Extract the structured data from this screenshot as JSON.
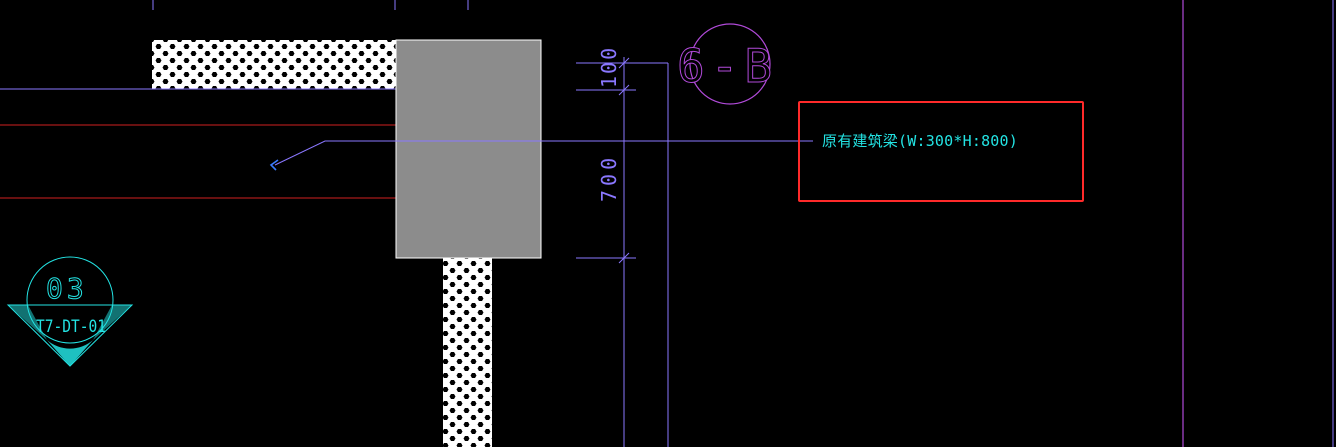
{
  "drawing": {
    "axis_label": "6-B",
    "dimensions": {
      "top": "100",
      "bottom": "700"
    },
    "detail_callout": {
      "number": "03",
      "sheet": "T7-DT-01"
    },
    "beam_note": "原有建筑梁(W:300*H:800)"
  },
  "colors": {
    "background": "#000000",
    "cad_line": "#8a77ff",
    "cad_magenta": "#b04ad8",
    "red_line": "#d12020",
    "highlight": "#ff2a2a",
    "cyan_text": "#23e3e3",
    "column_fill": "#8c8c8c",
    "hatch_fill": "#ffffff"
  },
  "icons": {
    "leader_arrow": "arrow-icon",
    "section_marker": "section-callout-icon"
  }
}
